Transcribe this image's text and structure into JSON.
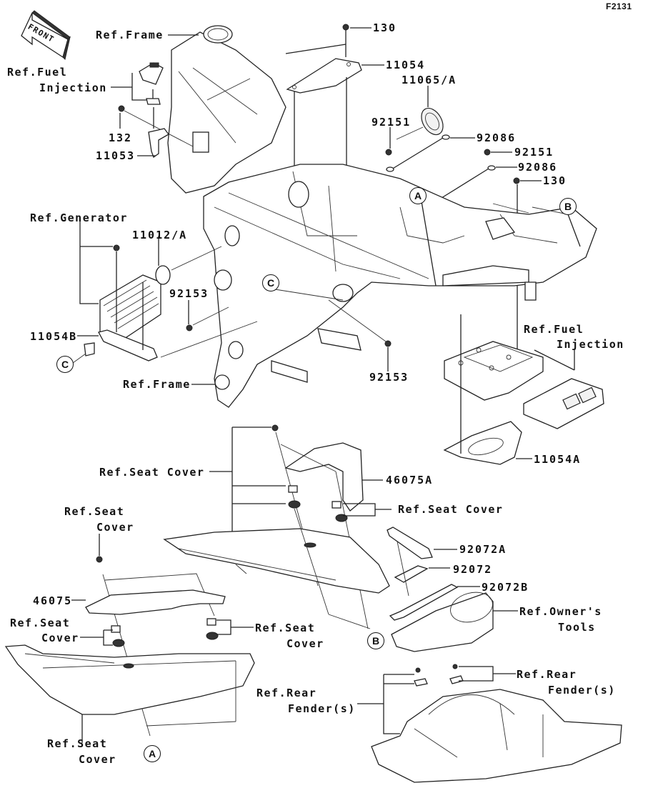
{
  "diagram_code": "F2131",
  "front_arrow": {
    "label": "FRONT",
    "icon": "front-direction-arrow-icon"
  },
  "reference_markers": {
    "A": "A",
    "B": "B",
    "C": "C"
  },
  "callouts": {
    "ref_frame_top": "Ref.Frame",
    "ref_fuel_injection_left_1": "Ref.Fuel",
    "ref_fuel_injection_left_2": "Injection",
    "p132": "132",
    "p11053": "11053",
    "p130_top": "130",
    "p11054": "11054",
    "p11065A": "11065/A",
    "p92151_left": "92151",
    "p92086_upper": "92086",
    "p92151_right": "92151",
    "p92086_lower": "92086",
    "p130_right": "130",
    "ref_generator": "Ref.Generator",
    "p11012A": "11012/A",
    "p92153_left": "92153",
    "p11054B": "11054B",
    "ref_frame_bottom": "Ref.Frame",
    "p92153_right": "92153",
    "ref_fuel_injection_right_1": "Ref.Fuel",
    "ref_fuel_injection_right_2": "Injection",
    "p11054A": "11054A",
    "ref_seat_cover_mid": "Ref.Seat Cover",
    "p46075A": "46075A",
    "ref_seat_cover_right": "Ref.Seat Cover",
    "p92072A": "92072A",
    "p92072": "92072",
    "p92072B": "92072B",
    "ref_owners_tools_1": "Ref.Owner's",
    "ref_owners_tools_2": "Tools",
    "ref_seat_cover_tl_1": "Ref.Seat",
    "ref_seat_cover_tl_2": "Cover",
    "p46075": "46075",
    "ref_seat_cover_l_1": "Ref.Seat",
    "ref_seat_cover_l_2": "Cover",
    "ref_seat_cover_c_1": "Ref.Seat",
    "ref_seat_cover_c_2": "Cover",
    "ref_seat_cover_bl_1": "Ref.Seat",
    "ref_seat_cover_bl_2": "Cover",
    "ref_rear_fender_l_1": "Ref.Rear",
    "ref_rear_fender_l_2": "Fender(s)",
    "ref_rear_fender_r_1": "Ref.Rear",
    "ref_rear_fender_r_2": "Fender(s)"
  }
}
